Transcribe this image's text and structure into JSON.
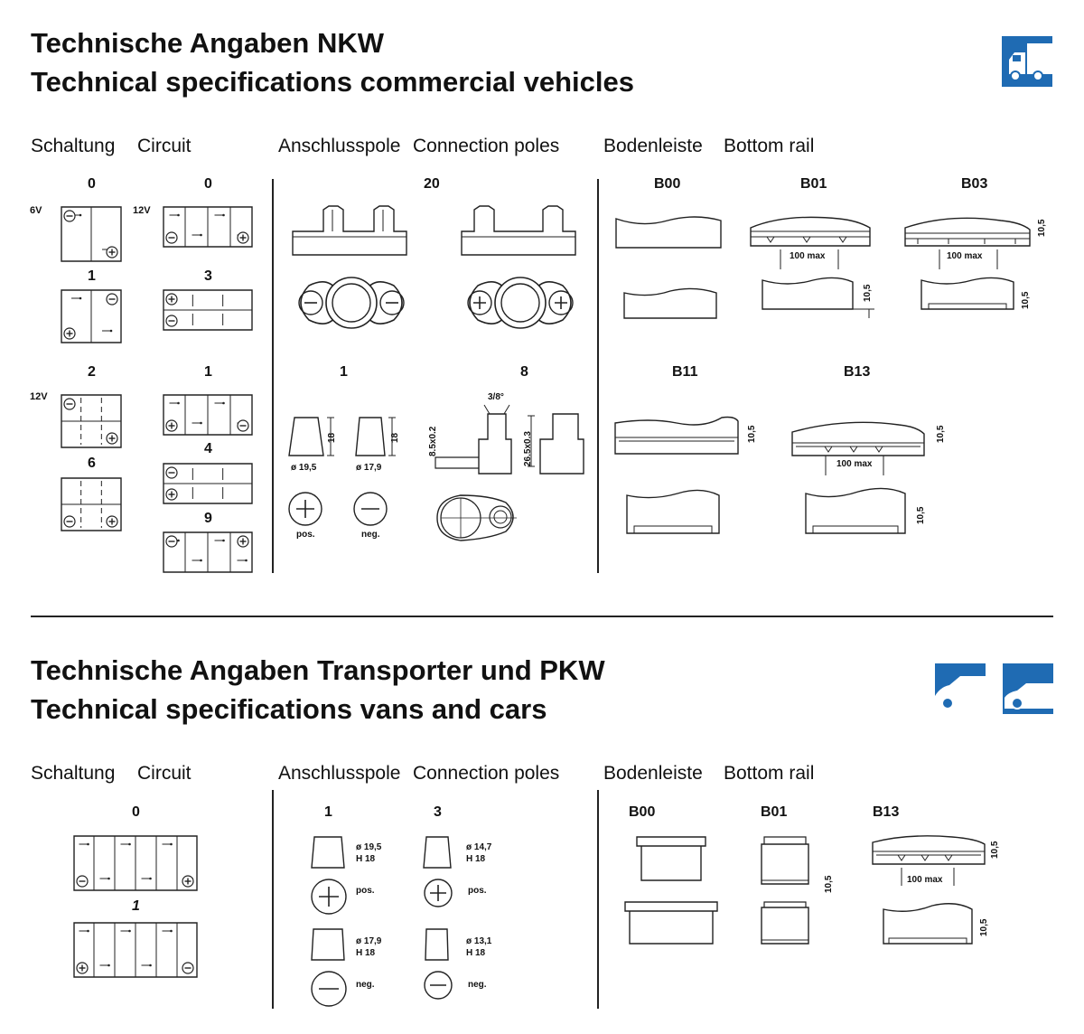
{
  "nkw": {
    "title_de": "Technische Angaben NKW",
    "title_en": "Technical specifications commercial vehicles",
    "icon": "truck-icon",
    "circuit": {
      "title_de": "Schaltung",
      "title_en": "Circuit",
      "labels": {
        "c0a": "0",
        "c0b": "0",
        "c1": "1",
        "c3": "3",
        "c2": "2",
        "c1b": "1",
        "c6": "6",
        "c4": "4",
        "c9": "9"
      },
      "volt": {
        "v6": "6V",
        "v12a": "12V",
        "v12b": "12V"
      }
    },
    "poles": {
      "title_de": "Anschlusspole",
      "title_en": "Connection poles",
      "labels": {
        "p20": "20",
        "p1": "1",
        "p8": "8"
      },
      "dims": {
        "d195": "ø 19,5",
        "d179": "ø 17,9",
        "h18a": "18",
        "h18b": "18",
        "angle": "3/8°",
        "d85": "8.5x0.2",
        "d265": "26.5x0.3"
      },
      "sign": {
        "pos": "pos.",
        "neg": "neg."
      }
    },
    "rail": {
      "title_de": "Bodenleiste",
      "title_en": "Bottom rail",
      "labels": {
        "b00": "B00",
        "b01": "B01",
        "b03": "B03",
        "b11": "B11",
        "b13": "B13"
      },
      "dims": {
        "max": "100 max",
        "h": "10,5"
      }
    }
  },
  "cars": {
    "title_de": "Technische Angaben Transporter und PKW",
    "title_en": "Technical specifications vans and cars",
    "icons": [
      "van-icon",
      "car-icon"
    ],
    "circuit": {
      "title_de": "Schaltung",
      "title_en": "Circuit",
      "labels": {
        "c0": "0",
        "c1": "1"
      }
    },
    "poles": {
      "title_de": "Anschlusspole",
      "title_en": "Connection poles",
      "labels": {
        "p1": "1",
        "p3": "3"
      },
      "dims": {
        "d195": "ø 19,5",
        "d147": "ø 14,7",
        "d179": "ø 17,9",
        "d131": "ø 13,1",
        "h18": "H 18"
      },
      "sign": {
        "pos": "pos.",
        "neg": "neg."
      }
    },
    "rail": {
      "title_de": "Bodenleiste",
      "title_en": "Bottom rail",
      "labels": {
        "b00": "B00",
        "b01": "B01",
        "b13": "B13"
      },
      "dims": {
        "max": "100 max",
        "h": "10,5"
      }
    }
  }
}
